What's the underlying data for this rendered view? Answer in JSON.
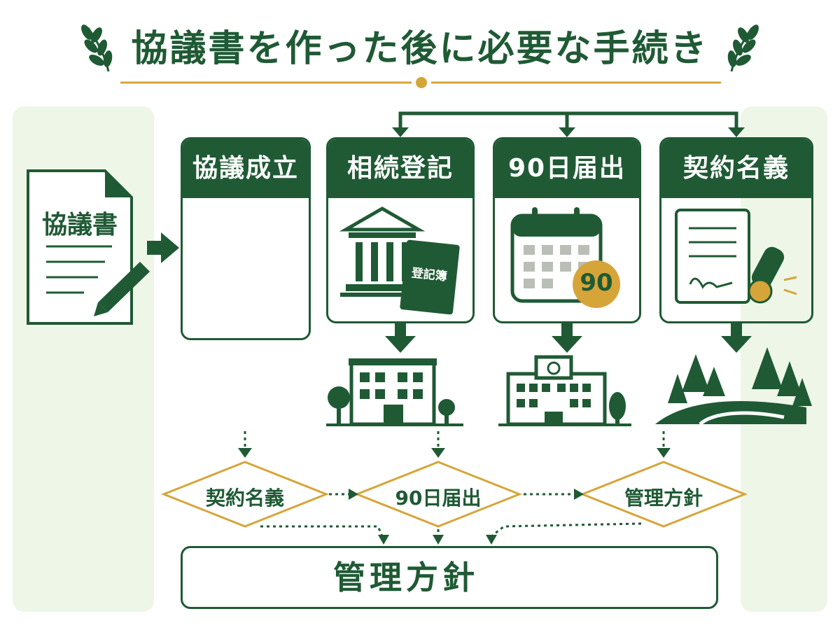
{
  "title": "協議書を作った後に必要な手続き",
  "document": {
    "label": "協議書"
  },
  "cards": [
    {
      "label": "協議成立",
      "icon": "people-handshake-icon"
    },
    {
      "label": "相続登記",
      "icon": "courthouse-registry-book-icon",
      "book_label": "登記簿"
    },
    {
      "label": "90日届出",
      "icon": "calendar-icon",
      "badge": "90"
    },
    {
      "label": "契約名義",
      "icon": "contract-stamp-icon"
    }
  ],
  "destinations": [
    {
      "icon": "legal-affairs-bureau-building-icon"
    },
    {
      "icon": "town-hall-building-icon"
    },
    {
      "icon": "forest-icon"
    }
  ],
  "diamonds": [
    {
      "label": "契約名義"
    },
    {
      "label": "90日届出"
    },
    {
      "label": "管理方針"
    }
  ],
  "bottom": {
    "label": "管理方針",
    "icon": "forest-icon"
  },
  "colors": {
    "primary": "#1f5a34",
    "accent": "#d6a53a",
    "panel": "#eef6e7",
    "gray": "#b9beb6"
  }
}
